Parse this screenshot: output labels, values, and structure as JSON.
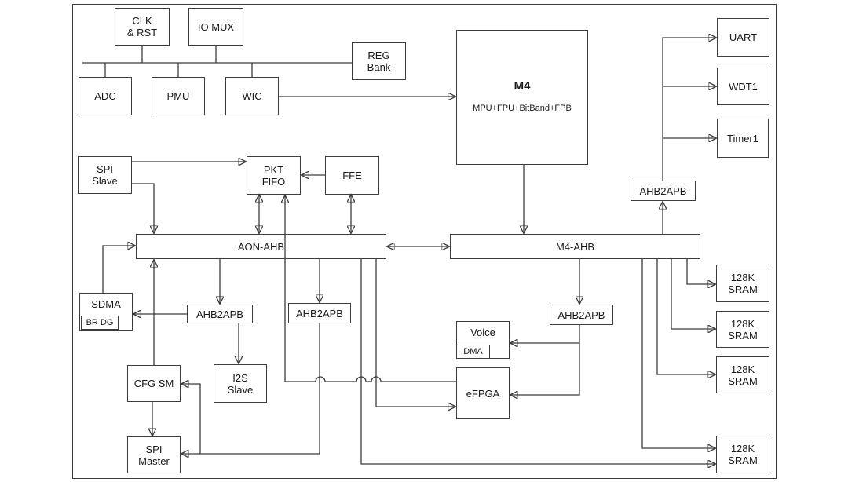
{
  "diagram": {
    "kind": "soc-block-diagram",
    "colors": {
      "line": "#3c3c3c",
      "text": "#1a1a1a",
      "background": "#ffffff"
    },
    "nodes": {
      "clk_rst": {
        "lines": [
          "CLK",
          "& RST"
        ]
      },
      "io_mux": {
        "lines": [
          "IO MUX"
        ]
      },
      "reg_bank": {
        "lines": [
          "REG",
          "Bank"
        ]
      },
      "adc": {
        "lines": [
          "ADC"
        ]
      },
      "pmu": {
        "lines": [
          "PMU"
        ]
      },
      "wic": {
        "lines": [
          "WIC"
        ]
      },
      "m4": {
        "title": "M4",
        "subtitle": "MPU+FPU+BitBand+FPB"
      },
      "uart": {
        "lines": [
          "UART"
        ]
      },
      "wdt1": {
        "lines": [
          "WDT1"
        ]
      },
      "timer1": {
        "lines": [
          "Timer1"
        ]
      },
      "ahb2apb_uart": {
        "lines": [
          "AHB2APB"
        ]
      },
      "spi_slave": {
        "lines": [
          "SPI",
          "Slave"
        ]
      },
      "pkt_fifo": {
        "lines": [
          "PKT",
          "FIFO"
        ]
      },
      "ffe": {
        "lines": [
          "FFE"
        ]
      },
      "aon_ahb": {
        "lines": [
          "AON-AHB"
        ]
      },
      "m4_ahb": {
        "lines": [
          "M4-AHB"
        ]
      },
      "sdma": {
        "label": "SDMA",
        "sub": "BR DG"
      },
      "ahb2apb_sdma": {
        "lines": [
          "AHB2APB"
        ]
      },
      "ahb2apb_spi": {
        "lines": [
          "AHB2APB"
        ]
      },
      "ahb2apb_voice": {
        "lines": [
          "AHB2APB"
        ]
      },
      "voice": {
        "label": "Voice",
        "sub": "DMA"
      },
      "cfg_sm": {
        "lines": [
          "CFG SM"
        ]
      },
      "i2s_slave": {
        "lines": [
          "I2S",
          "Slave"
        ]
      },
      "efpga": {
        "lines": [
          "eFPGA"
        ]
      },
      "spi_master": {
        "lines": [
          "SPI",
          "Master"
        ]
      },
      "sram_1": {
        "lines": [
          "128K",
          "SRAM"
        ]
      },
      "sram_2": {
        "lines": [
          "128K",
          "SRAM"
        ]
      },
      "sram_3": {
        "lines": [
          "128K",
          "SRAM"
        ]
      },
      "sram_4": {
        "lines": [
          "128K",
          "SRAM"
        ]
      }
    },
    "edges": [
      {
        "from": "CLK & RST",
        "to": "top bus",
        "arrow": "none"
      },
      {
        "from": "IO MUX",
        "to": "top bus",
        "arrow": "none"
      },
      {
        "from": "ADC",
        "to": "top bus",
        "arrow": "none"
      },
      {
        "from": "PMU",
        "to": "top bus",
        "arrow": "none"
      },
      {
        "from": "WIC",
        "to": "top bus",
        "arrow": "none"
      },
      {
        "from": "top bus",
        "to": "REG Bank",
        "arrow": "none"
      },
      {
        "from": "WIC",
        "to": "M4",
        "arrow": "to"
      },
      {
        "from": "SPI Slave",
        "to": "PKT FIFO",
        "arrow": "to"
      },
      {
        "from": "SPI Slave",
        "to": "AON-AHB",
        "arrow": "to"
      },
      {
        "from": "FFE",
        "to": "PKT FIFO",
        "arrow": "to"
      },
      {
        "from": "PKT FIFO",
        "to": "AON-AHB",
        "arrow": "both"
      },
      {
        "from": "FFE",
        "to": "AON-AHB",
        "arrow": "both"
      },
      {
        "from": "eFPGA",
        "to": "PKT FIFO",
        "arrow": "to"
      },
      {
        "from": "SDMA",
        "to": "AON-AHB",
        "arrow": "to"
      },
      {
        "from": "AON-AHB",
        "to": "M4-AHB",
        "arrow": "both"
      },
      {
        "from": "M4",
        "to": "M4-AHB",
        "arrow": "to"
      },
      {
        "from": "M4-AHB",
        "to": "AHB2APB (peripheral)",
        "arrow": "to"
      },
      {
        "from": "AHB2APB (peripheral)",
        "to": "UART",
        "arrow": "to"
      },
      {
        "from": "AHB2APB (peripheral)",
        "to": "WDT1",
        "arrow": "to"
      },
      {
        "from": "AHB2APB (peripheral)",
        "to": "Timer1",
        "arrow": "to"
      },
      {
        "from": "AON-AHB",
        "to": "AHB2APB (SDMA)",
        "arrow": "to"
      },
      {
        "from": "AHB2APB (SDMA)",
        "to": "SDMA",
        "arrow": "to"
      },
      {
        "from": "AHB2APB (SDMA)",
        "to": "I2S Slave",
        "arrow": "to"
      },
      {
        "from": "CFG SM",
        "to": "AON-AHB",
        "arrow": "to"
      },
      {
        "from": "CFG SM",
        "to": "SPI Master",
        "arrow": "to"
      },
      {
        "from": "AON-AHB",
        "to": "AHB2APB (SPI)",
        "arrow": "to"
      },
      {
        "from": "AHB2APB (SPI)",
        "to": "SPI Master",
        "arrow": "to"
      },
      {
        "from": "AHB2APB (SPI)",
        "to": "CFG SM",
        "arrow": "to"
      },
      {
        "from": "AON-AHB",
        "to": "eFPGA",
        "arrow": "to"
      },
      {
        "from": "AON-AHB",
        "to": "128K SRAM (bottom)",
        "arrow": "to"
      },
      {
        "from": "M4-AHB",
        "to": "AHB2APB (Voice)",
        "arrow": "to"
      },
      {
        "from": "AHB2APB (Voice)",
        "to": "Voice DMA",
        "arrow": "to"
      },
      {
        "from": "AHB2APB (Voice)",
        "to": "eFPGA",
        "arrow": "to"
      },
      {
        "from": "M4-AHB",
        "to": "128K SRAM 1",
        "arrow": "to"
      },
      {
        "from": "M4-AHB",
        "to": "128K SRAM 2",
        "arrow": "to"
      },
      {
        "from": "M4-AHB",
        "to": "128K SRAM 3",
        "arrow": "to"
      },
      {
        "from": "M4-AHB",
        "to": "128K SRAM 4",
        "arrow": "to"
      }
    ]
  }
}
